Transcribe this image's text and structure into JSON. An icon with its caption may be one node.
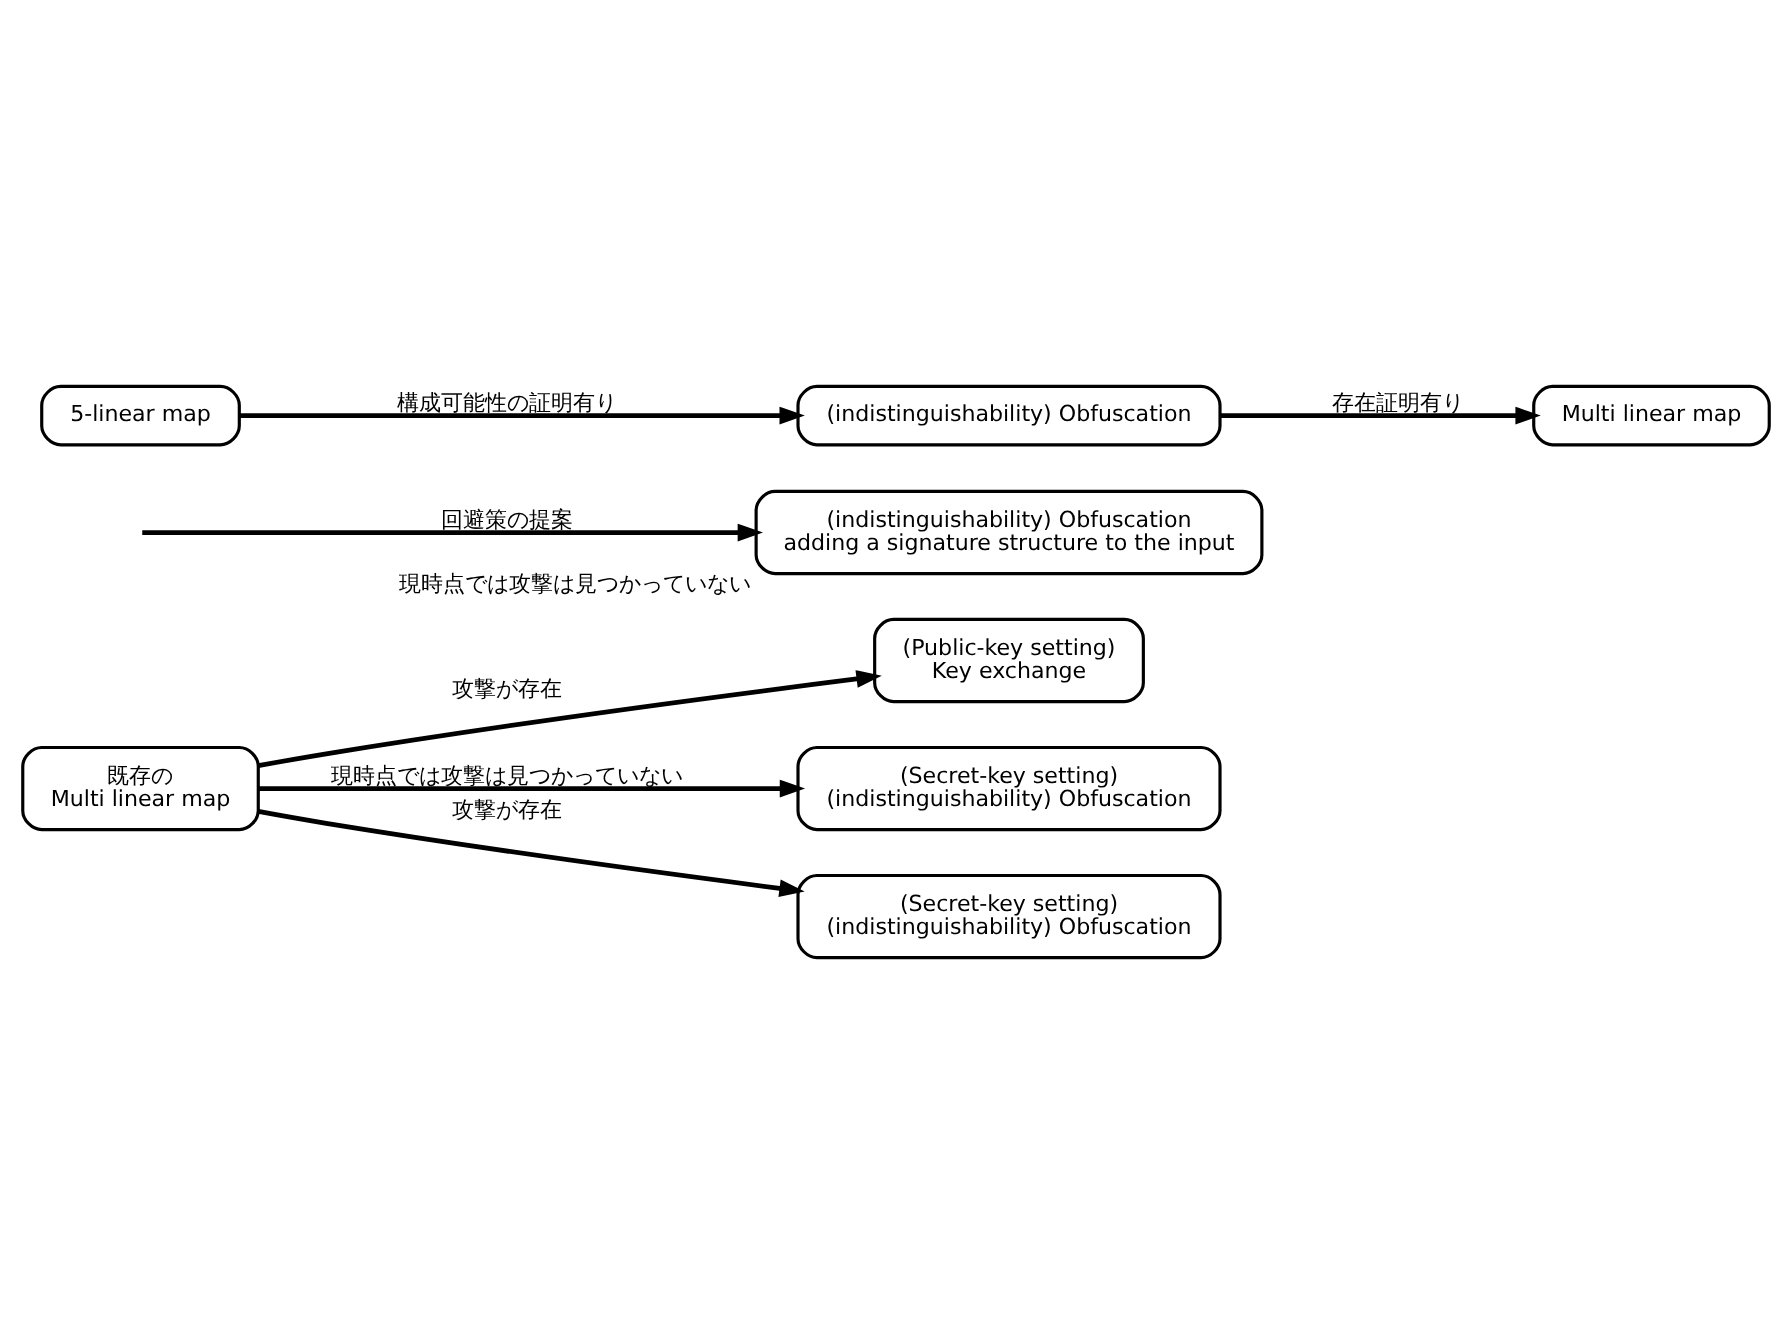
{
  "diagram": {
    "nodes": [
      {
        "text": [
          "既存の",
          "Multi linear map"
        ]
      },
      {
        "text": [
          "(Public-key setting)",
          "Key exchange"
        ]
      },
      {
        "text": [
          "(Secret-key setting)",
          "(indistinguishability) Obfuscation"
        ]
      },
      {
        "text": [
          "(Secret-key setting)",
          "(indistinguishability) Obfuscation"
        ]
      },
      {
        "text": [
          "(indistinguishability) Obfuscation",
          "adding a signature structure to the input"
        ],
        "beside": [
          "現時点では攻撃は見つかっていない"
        ]
      },
      {
        "text": [
          "Multi linear map"
        ]
      },
      {
        "text": [
          "(indistinguishability) Obfuscation"
        ]
      },
      {
        "text": [
          "5-linear map"
        ]
      }
    ],
    "edges": [
      {
        "from": 0,
        "to": 1,
        "arrow": "to",
        "label": "攻撃が存在"
      },
      {
        "from": 0,
        "to": 2,
        "arrow": "to",
        "label": "現時点では攻撃は見つかっていない"
      },
      {
        "from": 0,
        "to": 3,
        "arrow": "to",
        "label": "攻撃が存在"
      },
      {
        "from": null,
        "to": 4,
        "arrow": "to",
        "label": "回避策の提案"
      },
      {
        "from": 6,
        "to": 5,
        "arrow": "to",
        "label": "存在証明有り"
      },
      {
        "from": 7,
        "to": 6,
        "arrow": "to",
        "label": "構成可能性の証明有り"
      }
    ]
  }
}
